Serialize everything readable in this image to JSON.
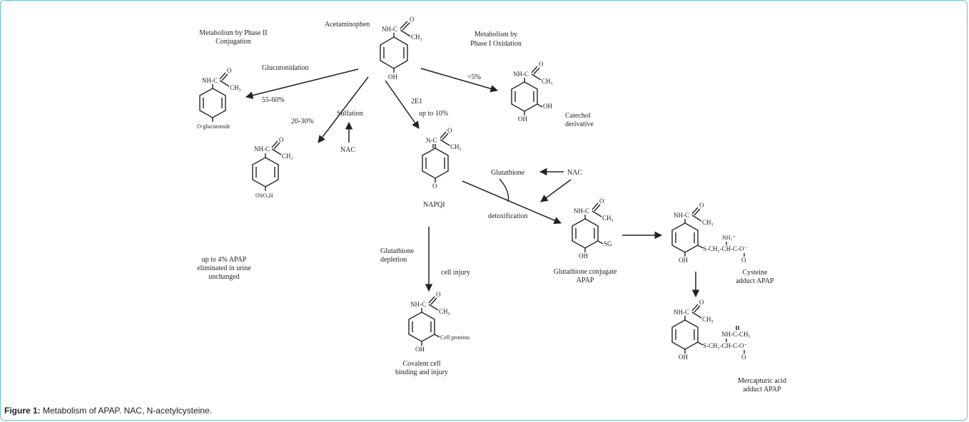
{
  "labels": {
    "acetaminophen": "Acetaminophen",
    "phase2_line1": "Metabolism by Phase II",
    "phase2_line2": "Conjugation",
    "phase1_line1": "Metabolism by",
    "phase1_line2": "Phase I Oxidation",
    "glucuronidation": "Glucuronidation",
    "pct_55_60": "55-60%",
    "pct_20_30": "20-30%",
    "sulfation": "Sulfation",
    "nac_sulfation": "NAC",
    "cyp_2e1": "2E1",
    "up_to_10": "up to 10%",
    "lt_5": "<5%",
    "catechol_line1": "Catechol",
    "catechol_line2": "derivative",
    "napqi": "NAPQI",
    "glutathione": "Glutathione",
    "nac_glutathione": "NAC",
    "detoxification": "detoxification",
    "gsh_depletion_line1": "Glutathione",
    "gsh_depletion_line2": "depletion",
    "cell_injury": "cell injury",
    "covalent_line1": "Covalent cell",
    "covalent_line2": "binding and injury",
    "gsh_conj_line1": "Glutathione conjugate",
    "gsh_conj_line2": "APAP",
    "cysteine_line1": "Cysteine",
    "cysteine_line2": "adduct APAP",
    "mercapturic_line1": "Mercapturic acid",
    "mercapturic_line2": "adduct APAP",
    "urine_line1": "up to 4% APAP",
    "urine_line2": "eliminated in urine",
    "urine_line3": "unchanged"
  },
  "chem": {
    "nh_c": "NH-C",
    "o": "O",
    "ch3": "CH₃",
    "oh": "OH",
    "n_c": "N-C",
    "o_glucuronide": "O-glucuronide",
    "oso3h": "OSO₃H",
    "sg": "SG",
    "cell_proteins": "Cell proteins",
    "nh3": "NH₃⁺",
    "cys_chain": "S-CH₂-CH-C-O⁻",
    "nh_c_ch3": "NH-C-CH₃"
  },
  "caption": {
    "label": "Figure 1:",
    "text": " Metabolism of APAP. NAC, N-acetylcysteine."
  }
}
